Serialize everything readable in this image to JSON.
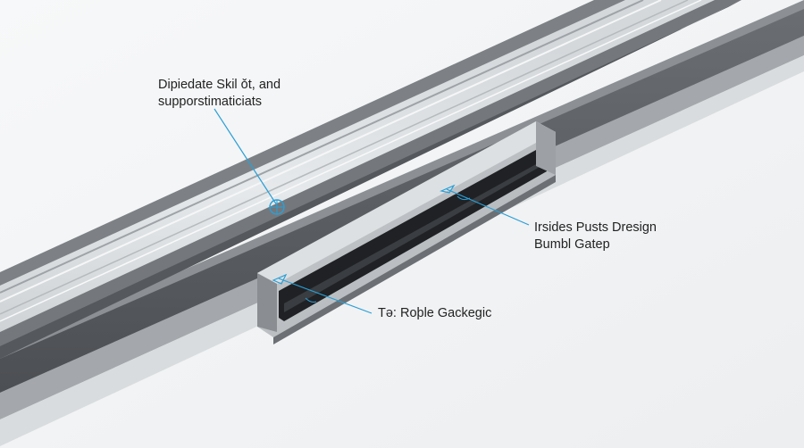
{
  "callouts": {
    "top": {
      "line1": "Dipiedate Skil ǒt, and",
      "line2": "supporstimaticiats"
    },
    "right": {
      "line1": "Irsides Pusts Dresign",
      "line2": "Bumbl Gatep"
    },
    "bottom": {
      "line1": "Tǝ: Roþle Gackegic"
    }
  },
  "colors": {
    "background": "#f4f5f6",
    "rail_light": "#dfe2e4",
    "rail_dark": "#5f6266",
    "leader_line": "#2a9fd6",
    "label_text": "#222222"
  },
  "icons": [
    "target-marker-icon",
    "arrow-marker-icon"
  ]
}
